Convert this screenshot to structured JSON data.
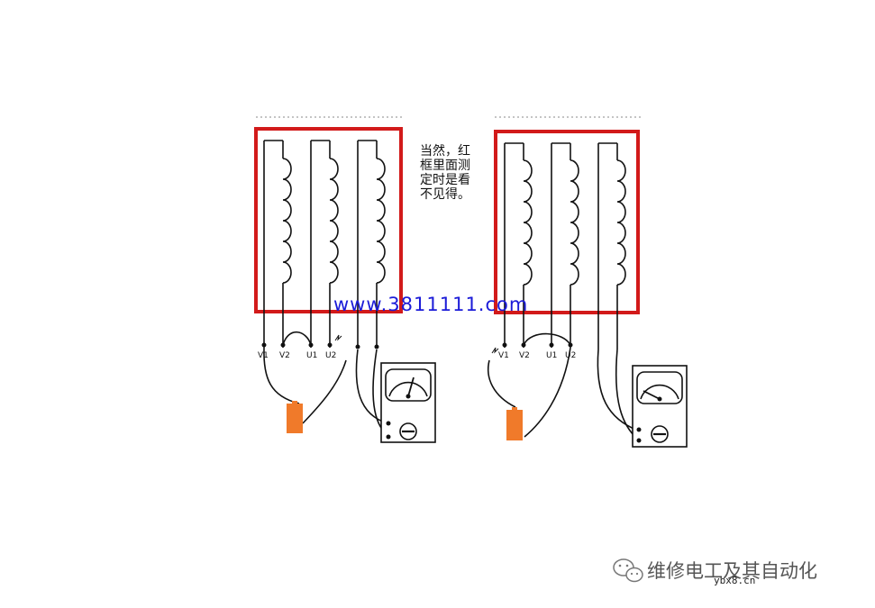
{
  "note_text": "当然，红框里面测定时是看不见得。",
  "website": "www.3811111.com",
  "terminal_labels": [
    "V1",
    "V2",
    "U1",
    "U2"
  ],
  "watermark": {
    "text": "维修电工及其自动化",
    "domain": "ybx8.cn",
    "icon": "wechat-icon"
  },
  "colors": {
    "frame": "#d21a1a",
    "website": "#1b1bd8",
    "battery": "#f07a2a"
  }
}
